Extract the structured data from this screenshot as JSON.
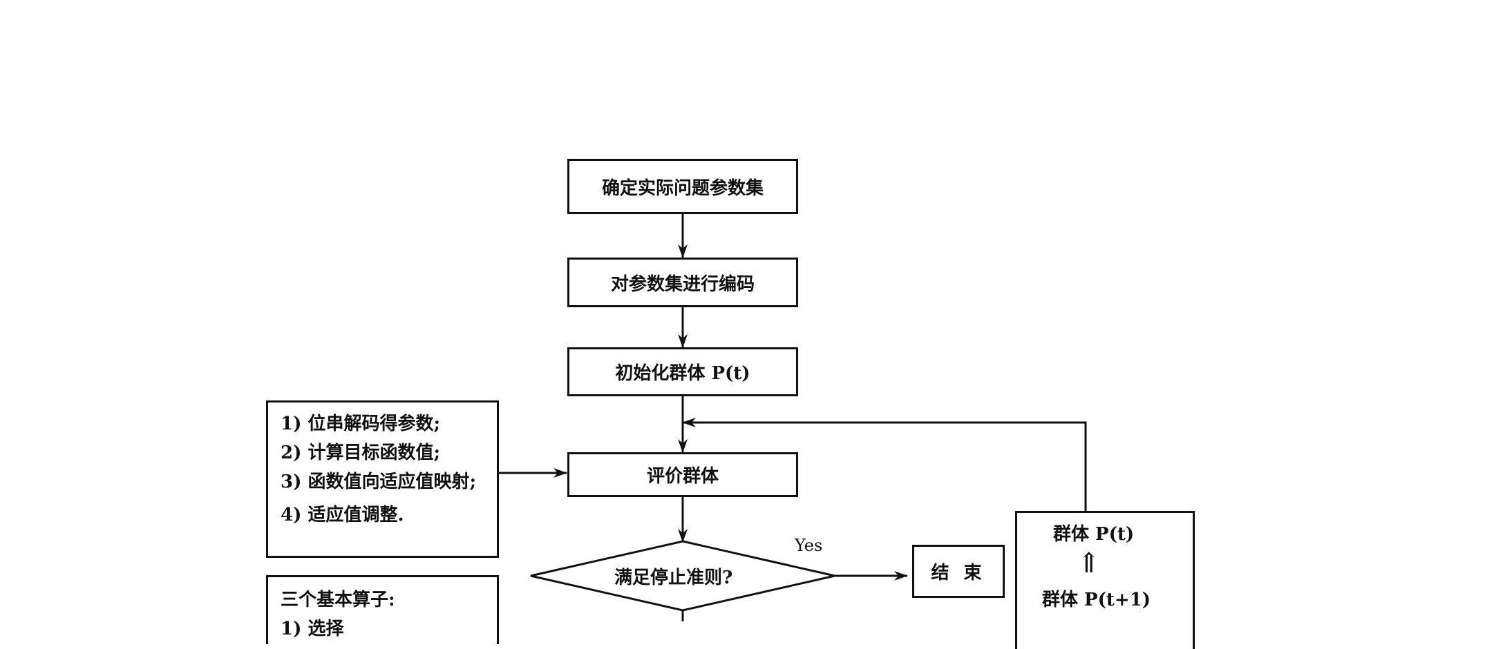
{
  "steps": {
    "determine_params": "确定实际问题参数集",
    "encode_params": "对参数集进行编码",
    "init_population": "初始化群体 P(t)",
    "evaluate_population": "评价群体",
    "stop_criterion": "满足停止准则?",
    "end": "结 束"
  },
  "yes_label": "Yes",
  "evaluation_notes": [
    "1)  位串解码得参数;",
    "2)  计算目标函数值;",
    "3)  函数值向适应值映射;",
    "4)  适应值调整."
  ],
  "operators": {
    "title": "三个基本算子:",
    "first_item_partial": "1)  选择"
  },
  "population_update": {
    "top": "群体 P(t)",
    "arrow": "⇑",
    "bottom": "群体 P(t+1)"
  }
}
